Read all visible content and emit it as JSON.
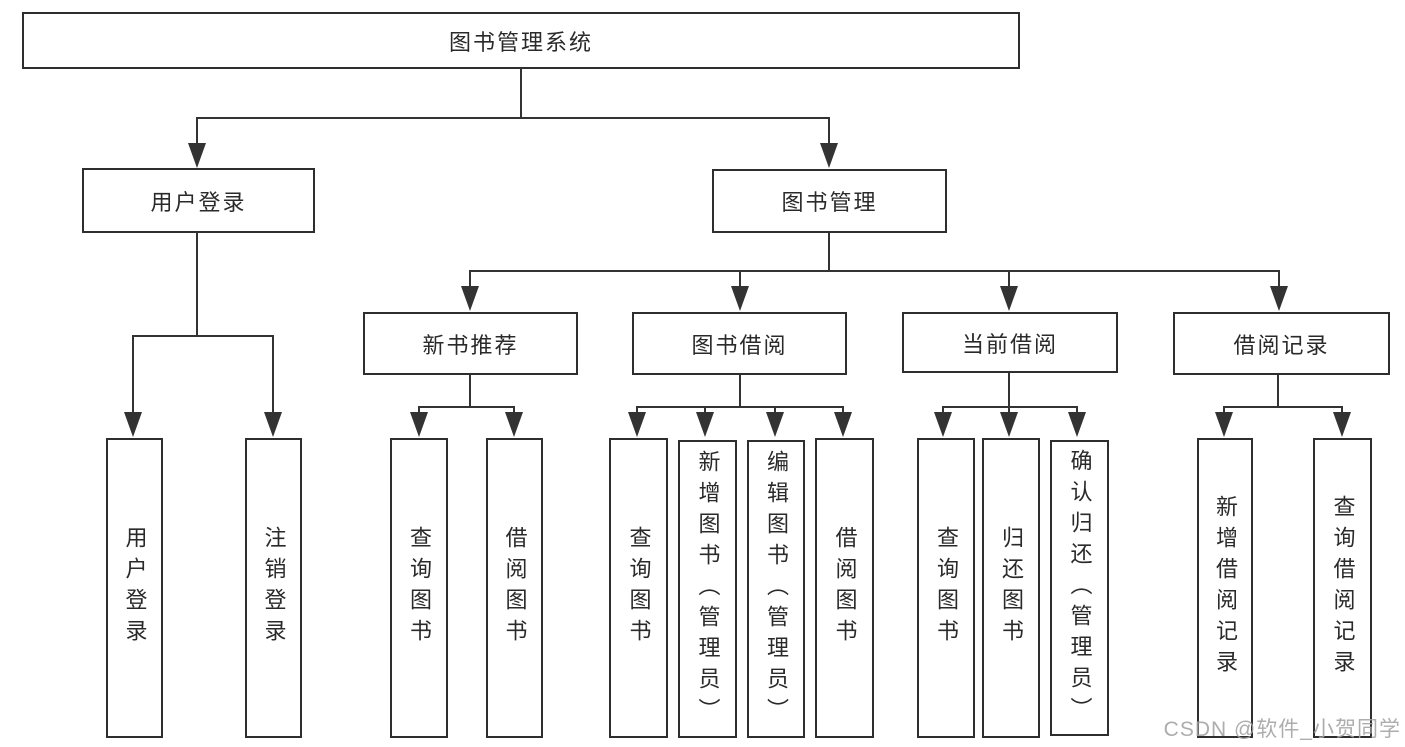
{
  "nodes": {
    "root": "图书管理系统",
    "user_login": "用户登录",
    "book_management": "图书管理",
    "new_book_recommend": "新书推荐",
    "book_borrow": "图书借阅",
    "current_borrow": "当前借阅",
    "borrow_records": "借阅记录"
  },
  "leaves": {
    "user_login": [
      "用户登录",
      "注销登录"
    ],
    "new_book": [
      "查询图书",
      "借阅图书"
    ],
    "book_borrow": [
      "查询图书",
      "新增图书（管理员）",
      "编辑图书（管理员）",
      "借阅图书"
    ],
    "current_borrow": [
      "查询图书",
      "归还图书",
      "确认归还（管理员）"
    ],
    "borrow_records": [
      "新增借阅记录",
      "查询借阅记录"
    ]
  },
  "watermark": {
    "text": "CSDN @软件_小贺同学"
  },
  "colors": {
    "line": "#333333",
    "border": "#2e2e2e",
    "text": "#2a2a2a",
    "watermark": "#a4a4a4",
    "background": "#ffffff"
  }
}
